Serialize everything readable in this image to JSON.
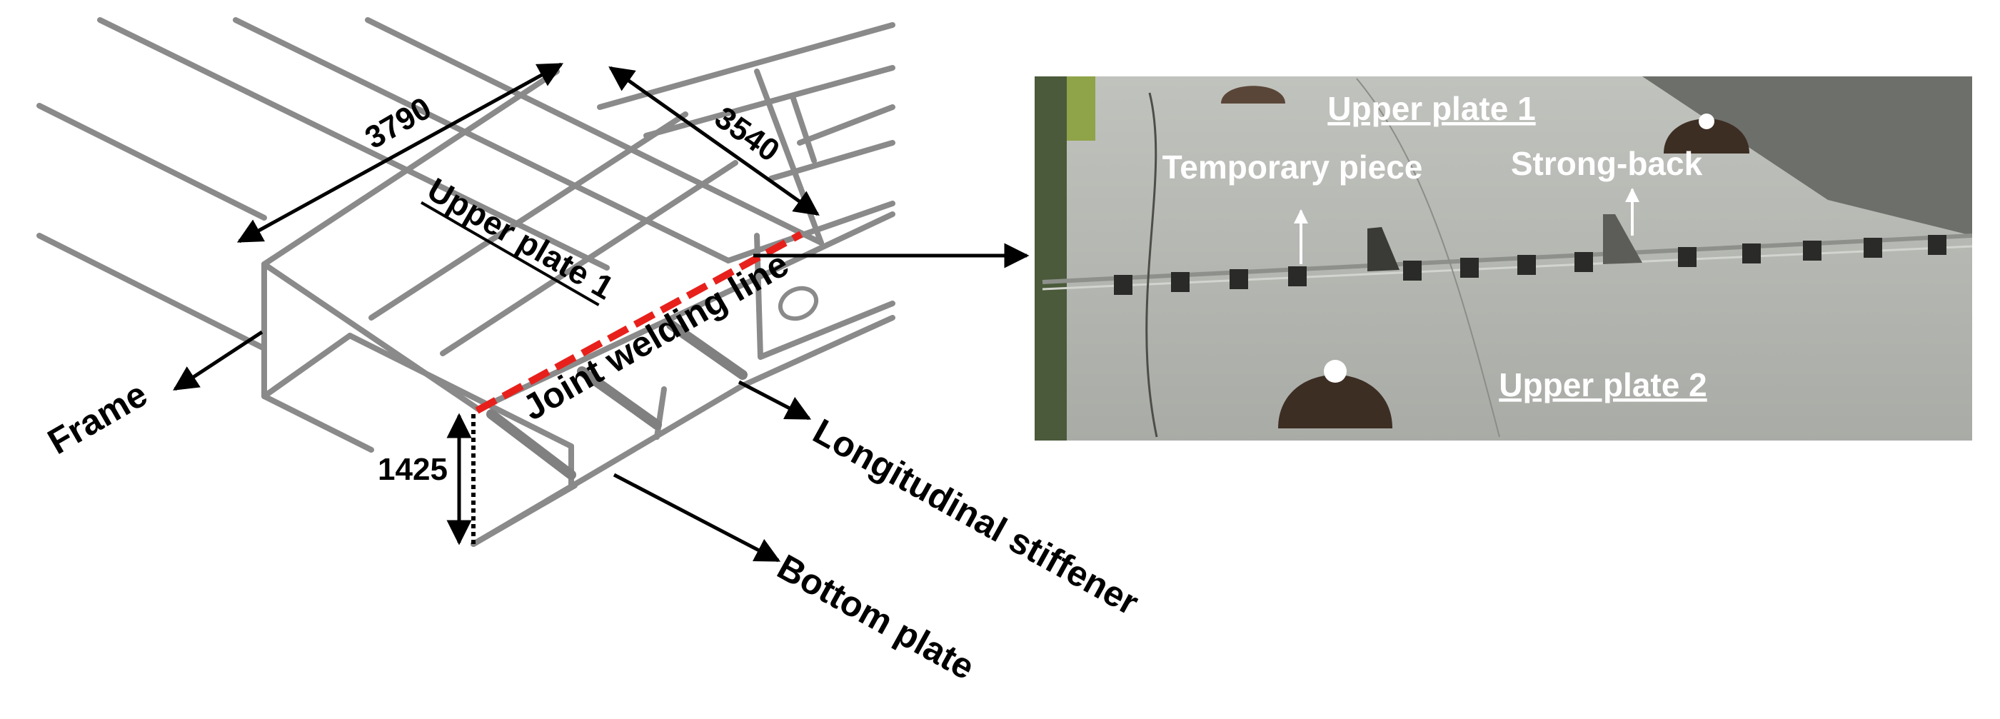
{
  "diagram": {
    "labels": {
      "frame": "Frame",
      "bottom_plate": "Bottom plate",
      "longitudinal_stiffener": "Longitudinal stiffener",
      "joint_welding_line": "Joint welding line",
      "upper_plate_1": "Upper plate 1"
    },
    "dimensions": {
      "length": "3790",
      "width": "3540",
      "height": "1425"
    },
    "colors": {
      "structure": "#8a8a8a",
      "welding_line": "#e8201c",
      "annotation": "#000000"
    }
  },
  "photo": {
    "labels": {
      "upper_plate_1": "Upper plate 1",
      "upper_plate_2": "Upper plate 2",
      "temporary_piece": "Temporary piece",
      "strong_back": "Strong-back"
    },
    "colors": {
      "plate": "#b4b6b0",
      "label": "#ffffff"
    }
  }
}
